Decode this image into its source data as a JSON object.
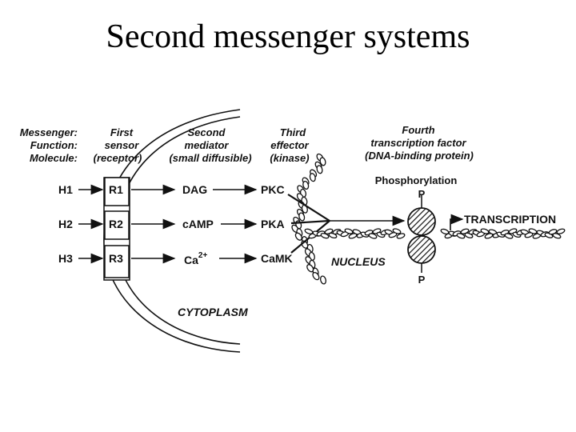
{
  "title": "Second messenger systems",
  "header": {
    "row_labels": [
      "Messenger:",
      "Function:",
      "Molecule:"
    ],
    "first": [
      "First",
      "sensor",
      "(receptor)"
    ],
    "second": [
      "Second",
      "mediator",
      "(small diffusible)"
    ],
    "third": [
      "Third",
      "effector",
      "(kinase)"
    ],
    "fourth": [
      "Fourth",
      "transcription factor",
      "(DNA-binding protein)"
    ]
  },
  "rows": [
    {
      "messenger": "H1",
      "receptor": "R1",
      "mediator": "DAG",
      "kinase": "PKC"
    },
    {
      "messenger": "H2",
      "receptor": "R2",
      "mediator": "cAMP",
      "kinase": "PKA"
    },
    {
      "messenger": "H3",
      "receptor": "R3",
      "mediator": "Ca",
      "mediator_sup": "2+",
      "kinase": "CaMK"
    }
  ],
  "labels": {
    "phosphorylation": "Phosphorylation",
    "p_top": "P",
    "p_bottom": "P",
    "transcription": "TRANSCRIPTION",
    "nucleus": "NUCLEUS",
    "cytoplasm": "CYTOPLASM"
  }
}
